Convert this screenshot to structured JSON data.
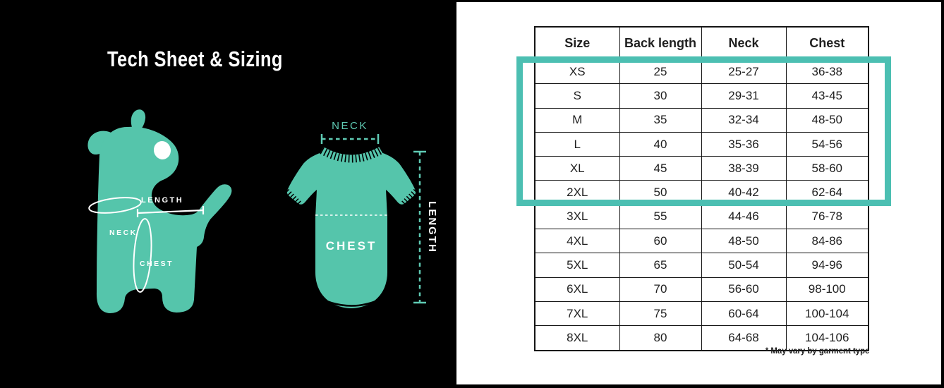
{
  "left_panel": {
    "title": "Tech Sheet & Sizing",
    "dog": {
      "length_label": "LENGTH",
      "neck_label": "NECK",
      "chest_label": "CHEST"
    },
    "shirt": {
      "neck_label": "NECK",
      "chest_label": "CHEST",
      "length_label": "LENGTH"
    }
  },
  "table": {
    "headers": [
      "Size",
      "Back length",
      "Neck",
      "Chest"
    ],
    "rows": [
      [
        "XS",
        "25",
        "25-27",
        "36-38"
      ],
      [
        "S",
        "30",
        "29-31",
        "43-45"
      ],
      [
        "M",
        "35",
        "32-34",
        "48-50"
      ],
      [
        "L",
        "40",
        "35-36",
        "54-56"
      ],
      [
        "XL",
        "45",
        "38-39",
        "58-60"
      ],
      [
        "2XL",
        "50",
        "40-42",
        "62-64"
      ],
      [
        "3XL",
        "55",
        "44-46",
        "76-78"
      ],
      [
        "4XL",
        "60",
        "48-50",
        "84-86"
      ],
      [
        "5XL",
        "65",
        "50-54",
        "94-96"
      ],
      [
        "6XL",
        "70",
        "56-60",
        "98-100"
      ],
      [
        "7XL",
        "75",
        "60-64",
        "100-104"
      ],
      [
        "8XL",
        "80",
        "64-68",
        "104-106"
      ]
    ],
    "highlighted_sizes": [
      "XS",
      "S",
      "M",
      "L",
      "XL",
      "2XL"
    ],
    "footnote": "* May vary by garment type"
  },
  "colors": {
    "illustration_teal": "#55C5AB",
    "highlight_teal": "#4CBFB2",
    "background": "#000000",
    "panel_background": "#FFFFFF",
    "table_text": "#1F1F1F"
  }
}
